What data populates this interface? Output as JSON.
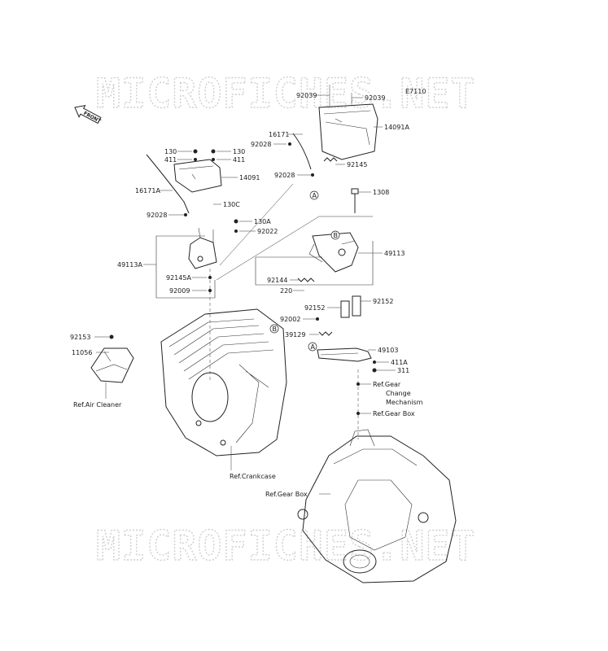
{
  "watermark_top": "MICROFICHES.NET",
  "watermark_bottom": "MICROFICHES.NET",
  "front_arrow": "FRONT",
  "callouts": {
    "c92039a": "92039",
    "c92039b": "92039",
    "cE7110": "E7110",
    "c14091A": "14091A",
    "c16171": "16171",
    "c92028a": "92028",
    "c92145": "92145",
    "c92028b": "92028",
    "c130a": "130",
    "c411a": "411",
    "c130b": "130",
    "c411b": "411",
    "c14091": "14091",
    "c16171A": "16171A",
    "c130C": "130C",
    "c92028c": "92028",
    "c130A": "130A",
    "c92022": "92022",
    "c1308": "1308",
    "c49113A": "49113A",
    "c49113": "49113",
    "c92145A": "92145A",
    "c92009": "92009",
    "c92144": "92144",
    "c220": "220",
    "c92152a": "92152",
    "c92152b": "92152",
    "c92002": "92002",
    "c39129": "39129",
    "c49103": "49103",
    "c411A": "411A",
    "c311": "311",
    "c92153": "92153",
    "c11056": "11056",
    "refAirCleaner": "Ref.Air Cleaner",
    "refGearChange1": "Ref.Gear",
    "refGearChange2": "Change",
    "refGearChange3": "Mechanism",
    "refGearBox1": "Ref.Gear Box",
    "refCrankcase": "Ref.Crankcase",
    "refGearBox2": "Ref.Gear Box"
  },
  "ref_marks": {
    "a1": "A",
    "a2": "A",
    "b1": "B",
    "b2": "B"
  }
}
